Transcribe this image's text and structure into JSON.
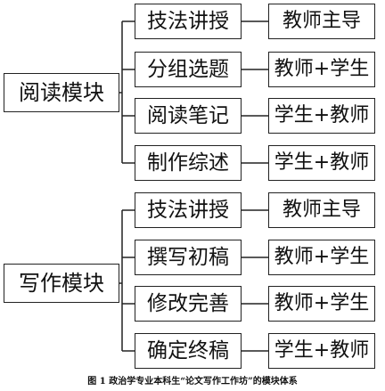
{
  "modules": [
    {
      "label": "阅读模块",
      "stages": [
        {
          "label": "技法讲授",
          "role": "教师主导"
        },
        {
          "label": "分组选题",
          "role": "教师+学生"
        },
        {
          "label": "阅读笔记",
          "role": "学生+教师"
        },
        {
          "label": "制作综述",
          "role": "学生+教师"
        }
      ]
    },
    {
      "label": "写作模块",
      "stages": [
        {
          "label": "技法讲授",
          "role": "教师主导"
        },
        {
          "label": "撰写初稿",
          "role": "教师+学生"
        },
        {
          "label": "修改完善",
          "role": "教师+学生"
        },
        {
          "label": "确定终稿",
          "role": "学生+教师"
        }
      ]
    }
  ],
  "caption": "图 1 政治学专业本科生“论文写作工作坊”的模块体系"
}
